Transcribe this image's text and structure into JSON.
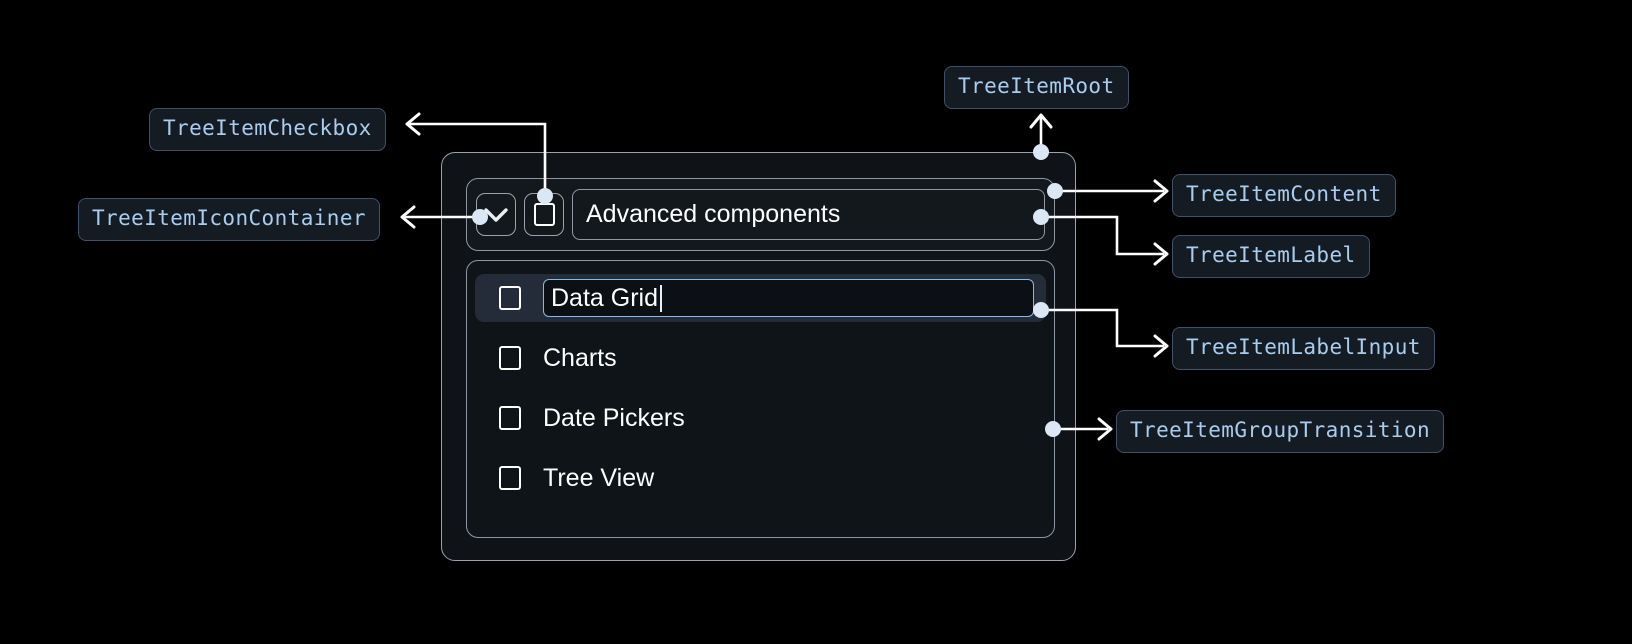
{
  "theme": {
    "page_background": "#000000",
    "badge_background": "#151b23",
    "badge_border": "#3f5068",
    "badge_text": "#a8cdf0",
    "panel_background": "#0f1317",
    "panel_border": "#9aa3ad",
    "connector": "#ffffff",
    "input_focus_border": "#86b9e8",
    "selected_row_background": "#232c38",
    "label_text": "#ffffff"
  },
  "annotations": {
    "checkbox": "TreeItemCheckbox",
    "icon_container": "TreeItemIconContainer",
    "root": "TreeItemRoot",
    "content": "TreeItemContent",
    "label": "TreeItemLabel",
    "label_input": "TreeItemLabelInput",
    "group_transition": "TreeItemGroupTransition"
  },
  "tree": {
    "header": {
      "expand_icon": "chevron-down-icon",
      "checkbox_checked": false,
      "label": "Advanced components"
    },
    "children": [
      {
        "label": "Data Grid",
        "checkbox_checked": false,
        "editing": true,
        "input_value": "Data Grid"
      },
      {
        "label": "Charts",
        "checkbox_checked": false,
        "editing": false
      },
      {
        "label": "Date Pickers",
        "checkbox_checked": false,
        "editing": false
      },
      {
        "label": "Tree View",
        "checkbox_checked": false,
        "editing": false
      }
    ]
  }
}
